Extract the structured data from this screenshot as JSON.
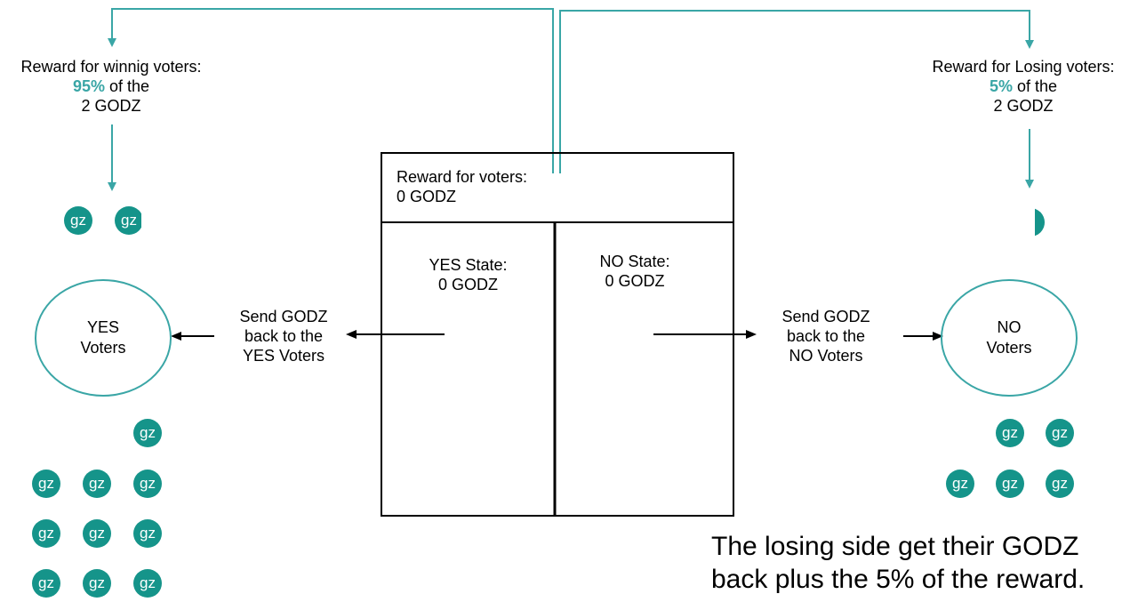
{
  "colors": {
    "teal_line": "#3aa6a6",
    "coin_fill": "#15948a",
    "coin_text": "#ffffff",
    "box_stroke": "#000000"
  },
  "reward_winning": {
    "title": "Reward for winnig voters:",
    "percent": "95%",
    "suffix": " of the",
    "amount": "2 GODZ"
  },
  "reward_losing": {
    "title": "Reward for Losing voters:",
    "percent": "5%",
    "suffix": " of the",
    "amount": "2 GODZ"
  },
  "contract_box": {
    "reward_title": "Reward for voters:",
    "reward_amount": "0 GODZ",
    "yes_state_title": "YES State:",
    "yes_state_amount": "0 GODZ",
    "no_state_title": "NO State:",
    "no_state_amount": "0 GODZ"
  },
  "send_yes": {
    "line1": "Send GODZ",
    "line2": "back to the",
    "line3": "YES Voters"
  },
  "send_no": {
    "line1": "Send GODZ",
    "line2": "back to the",
    "line3": "NO Voters"
  },
  "yes_voters": {
    "line1": "YES",
    "line2": "Voters"
  },
  "no_voters": {
    "line1": "NO",
    "line2": "Voters"
  },
  "coin_label": "gz",
  "note": {
    "line1": "The losing side get their GODZ",
    "line2": "back plus the 5% of the reward."
  }
}
